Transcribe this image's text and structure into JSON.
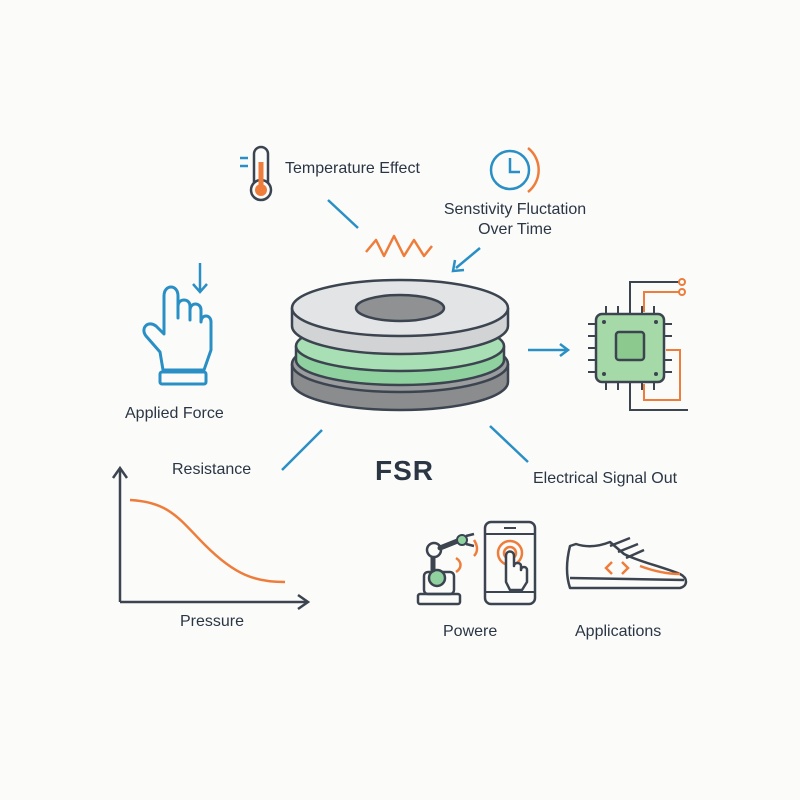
{
  "diagram": {
    "center_label": "FSR",
    "labels": {
      "temperature": "Temperature Effect",
      "sensitivity_line1": "Senstivity Fluctation",
      "sensitivity_line2": "Over Time",
      "applied_force": "Applied Force",
      "resistance": "Resistance",
      "pressure": "Pressure",
      "signal_out": "Electrical Signal Out",
      "powere": "Powere",
      "applications": "Applications"
    },
    "colors": {
      "accent_blue": "#2a8fc4",
      "accent_orange": "#ee7d3b",
      "accent_green": "#8fd29f",
      "disc_gray": "#d8dadb",
      "disc_dark": "#8a8c8e",
      "chip_green": "#a6d9a8",
      "outline": "#3c4450"
    },
    "icons": [
      "thermometer-icon",
      "clock-icon",
      "hand-press-icon",
      "chip-icon",
      "robot-arm-icon",
      "phone-touch-icon",
      "shoe-icon"
    ]
  }
}
